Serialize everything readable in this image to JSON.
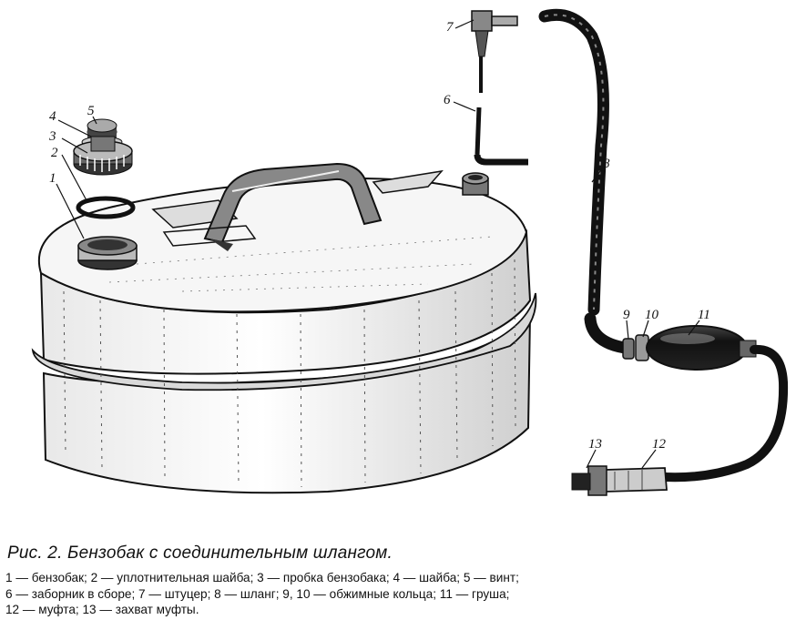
{
  "labels": {
    "l1": "1",
    "l2": "2",
    "l3": "3",
    "l4": "4",
    "l5": "5",
    "l6": "6",
    "l7": "7",
    "l8": "8",
    "l9": "9",
    "l10": "10",
    "l11": "11",
    "l12": "12",
    "l13": "13"
  },
  "caption": {
    "title": "Рис. 2. Бензобак с соединительным шлангом.",
    "legend_line1": "1 — бензобак; 2 — уплотнительная шайба; 3 — пробка бензобака; 4 — шайба; 5 — винт;",
    "legend_line2": "6 — заборник в сборе; 7 — штуцер; 8 — шланг; 9, 10 — обжимные кольца; 11 — груша;",
    "legend_line3": "12 — муфта; 13 — захват муфты."
  }
}
